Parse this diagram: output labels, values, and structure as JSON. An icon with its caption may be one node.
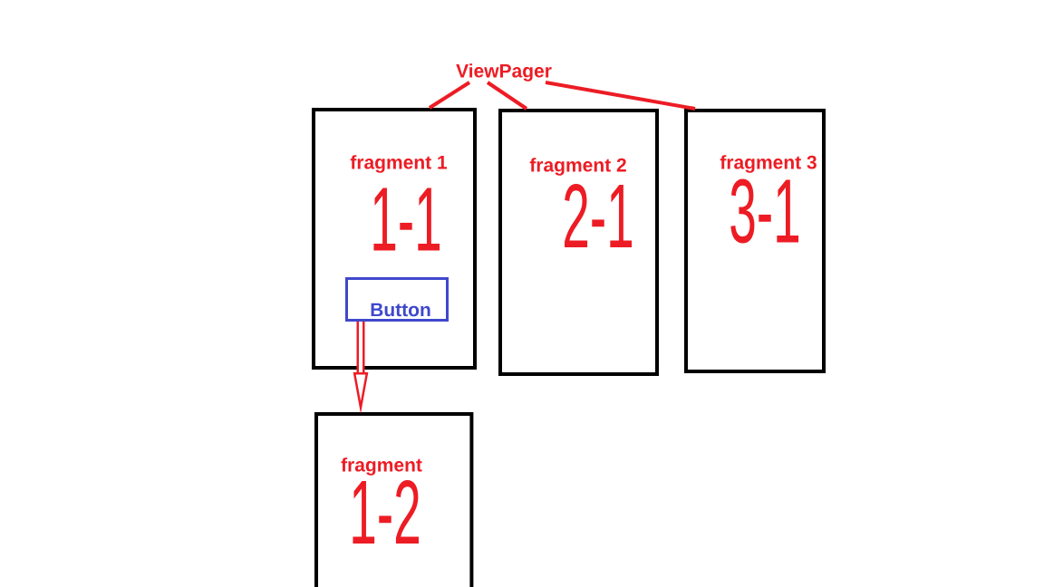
{
  "diagram": {
    "nodes": [
      {
        "text": [
          "ViewPager"
        ]
      },
      {
        "text": [
          "fragment 1",
          "1-1"
        ]
      },
      {
        "text": [
          "Button"
        ],
        "in": 1
      },
      {
        "text": [
          "fragment 2",
          "2-1"
        ]
      },
      {
        "text": [
          "fragment 3",
          "3-1"
        ]
      },
      {
        "text": [
          "fragment",
          "1-2"
        ]
      }
    ],
    "edges": [
      {
        "from": 0,
        "to": 1,
        "arrow": "none"
      },
      {
        "from": 0,
        "to": 3,
        "arrow": "none"
      },
      {
        "from": 0,
        "to": 4,
        "arrow": "none"
      },
      {
        "from": 2,
        "to": 5,
        "arrow": "to",
        "style": "thick"
      }
    ]
  }
}
